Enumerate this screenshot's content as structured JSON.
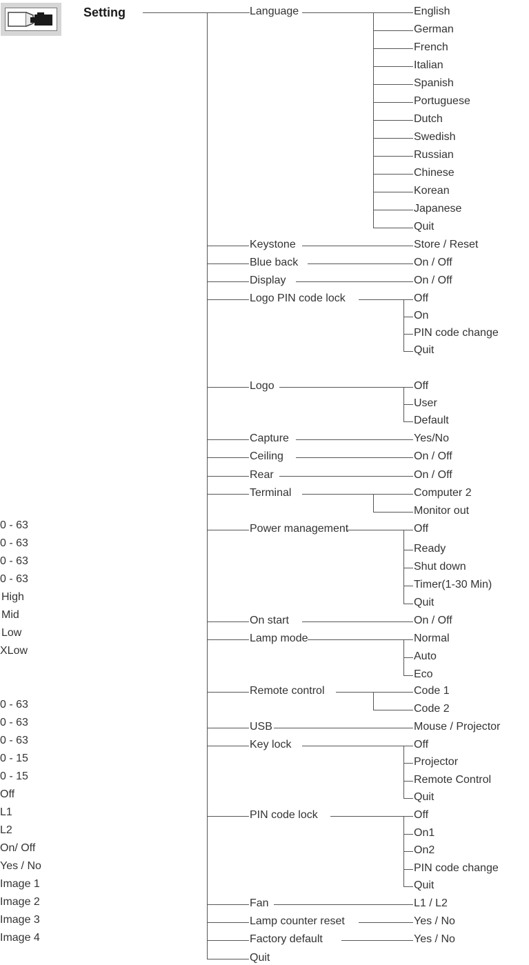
{
  "title": "Setting",
  "icon": "projector-setting-icon",
  "colors": {
    "line": "#555555",
    "text": "#333333",
    "icon_bg": "#d6d6d6"
  },
  "items": {
    "language": {
      "label": "Language",
      "options": [
        "English",
        "German",
        "French",
        "Italian",
        "Spanish",
        "Portuguese",
        "Dutch",
        "Swedish",
        "Russian",
        "Chinese",
        "Korean",
        "Japanese",
        "Quit"
      ]
    },
    "keystone": {
      "label": "Keystone",
      "value": "Store / Reset"
    },
    "blue_back": {
      "label": "Blue back",
      "value": "On / Off"
    },
    "display": {
      "label": "Display",
      "value": "On / Off"
    },
    "logo_pin_code_lock": {
      "label": "Logo PIN code lock",
      "options": [
        "Off",
        "On",
        "PIN code change",
        "Quit"
      ]
    },
    "logo": {
      "label": "Logo",
      "options": [
        "Off",
        "User",
        "Default"
      ]
    },
    "capture": {
      "label": "Capture",
      "value": "Yes/No"
    },
    "ceiling": {
      "label": "Ceiling",
      "value": "On / Off"
    },
    "rear": {
      "label": "Rear",
      "value": "On / Off"
    },
    "terminal": {
      "label": "Terminal",
      "options": [
        "Computer 2",
        "Monitor out"
      ]
    },
    "power_management": {
      "label": "Power management",
      "options": [
        "Off",
        "Ready",
        "Shut down",
        "Timer(1-30 Min)",
        "Quit"
      ]
    },
    "on_start": {
      "label": "On start",
      "value": "On / Off"
    },
    "lamp_mode": {
      "label": "Lamp mode",
      "options": [
        "Normal",
        "Auto",
        "Eco"
      ]
    },
    "remote_control": {
      "label": "Remote control",
      "options": [
        "Code 1",
        "Code 2"
      ]
    },
    "usb": {
      "label": "USB",
      "value": "Mouse / Projector"
    },
    "key_lock": {
      "label": "Key lock",
      "options": [
        "Off",
        "Projector",
        "Remote Control",
        "Quit"
      ]
    },
    "pin_code_lock": {
      "label": "PIN code lock",
      "options": [
        "Off",
        "On1",
        "On2",
        "PIN code change",
        "Quit"
      ]
    },
    "fan": {
      "label": "Fan",
      "value": "L1 / L2"
    },
    "lamp_counter_reset": {
      "label": "Lamp counter reset",
      "value": "Yes / No"
    },
    "factory_default": {
      "label": "Factory default",
      "value": "Yes / No"
    },
    "quit": {
      "label": "Quit"
    }
  },
  "left_column": [
    "0 - 63",
    "0 - 63",
    "0 - 63",
    "0 - 63",
    "High",
    "Mid",
    "Low",
    "XLow",
    "0 - 63",
    "0 - 63",
    "0 - 63",
    "0 - 15",
    "0 - 15",
    "Off",
    "L1",
    "L2",
    "On/ Off",
    "Yes / No",
    "Image 1",
    "Image 2",
    "Image 3",
    "Image 4"
  ]
}
